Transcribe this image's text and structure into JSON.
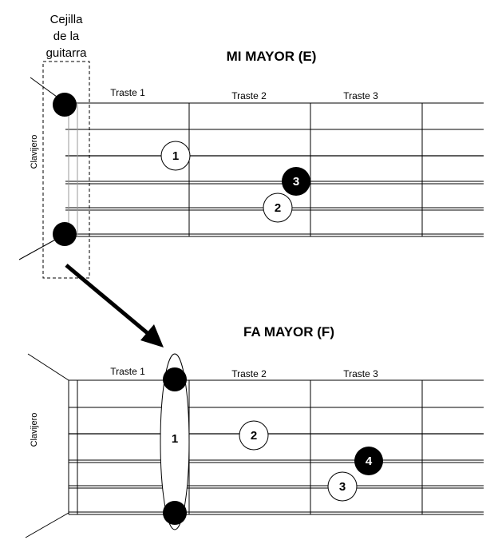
{
  "nut_box": {
    "lines": [
      "Cejilla",
      "de la",
      "guitarra"
    ]
  },
  "chord_e": {
    "title": "MI MAYOR (E)",
    "frets": [
      "Traste 1",
      "Traste 2",
      "Traste 3"
    ],
    "headstock_label": "Clavijero",
    "fingers": [
      {
        "label": "1",
        "fret": 1,
        "string": 3,
        "style": "open"
      },
      {
        "label": "3",
        "fret": 2,
        "string": 4,
        "style": "filled"
      },
      {
        "label": "2",
        "fret": 2,
        "string": 5,
        "style": "open"
      }
    ]
  },
  "chord_f": {
    "title": "FA MAYOR (F)",
    "frets": [
      "Traste 1",
      "Traste 2",
      "Traste 3"
    ],
    "headstock_label": "Clavijero",
    "barre_label": "1",
    "fingers": [
      {
        "label": "2",
        "fret": 2,
        "string": 3,
        "style": "open"
      },
      {
        "label": "4",
        "fret": 3,
        "string": 4,
        "style": "filled"
      },
      {
        "label": "3",
        "fret": 3,
        "string": 5,
        "style": "open"
      }
    ]
  },
  "colors": {
    "ink": "#000000",
    "paper": "#ffffff",
    "guide": "#999999"
  }
}
